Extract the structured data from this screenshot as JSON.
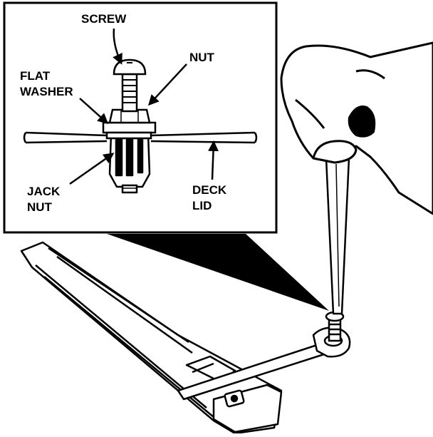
{
  "labels": {
    "screw": "SCREW",
    "nut": "NUT",
    "flat_washer_line1": "FLAT",
    "flat_washer_line2": "WASHER",
    "jack_nut_line1": "JACK",
    "jack_nut_line2": "NUT",
    "deck_lid_line1": "DECK",
    "deck_lid_line2": "LID"
  },
  "colors": {
    "ink": "#000000",
    "paper": "#ffffff"
  }
}
